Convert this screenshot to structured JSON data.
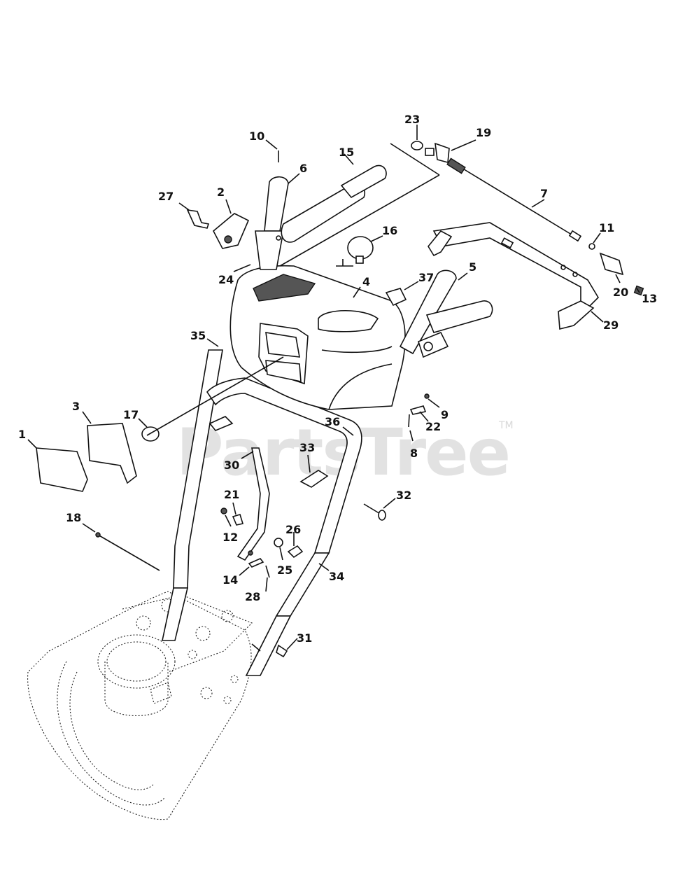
{
  "watermark": {
    "text": "PartsTree",
    "trademark": "TM"
  },
  "callouts": [
    {
      "id": "c1",
      "label": "1"
    },
    {
      "id": "c2",
      "label": "2"
    },
    {
      "id": "c3",
      "label": "3"
    },
    {
      "id": "c4",
      "label": "4"
    },
    {
      "id": "c5",
      "label": "5"
    },
    {
      "id": "c6",
      "label": "6"
    },
    {
      "id": "c7",
      "label": "7"
    },
    {
      "id": "c8",
      "label": "8"
    },
    {
      "id": "c9",
      "label": "9"
    },
    {
      "id": "c10",
      "label": "10"
    },
    {
      "id": "c11",
      "label": "11"
    },
    {
      "id": "c12",
      "label": "12"
    },
    {
      "id": "c13",
      "label": "13"
    },
    {
      "id": "c14",
      "label": "14"
    },
    {
      "id": "c15",
      "label": "15"
    },
    {
      "id": "c16",
      "label": "16"
    },
    {
      "id": "c17",
      "label": "17"
    },
    {
      "id": "c18",
      "label": "18"
    },
    {
      "id": "c19",
      "label": "19"
    },
    {
      "id": "c20",
      "label": "20"
    },
    {
      "id": "c21",
      "label": "21"
    },
    {
      "id": "c22",
      "label": "22"
    },
    {
      "id": "c23",
      "label": "23"
    },
    {
      "id": "c24",
      "label": "24"
    },
    {
      "id": "c25",
      "label": "25"
    },
    {
      "id": "c26",
      "label": "26"
    },
    {
      "id": "c27",
      "label": "27"
    },
    {
      "id": "c28",
      "label": "28"
    },
    {
      "id": "c29",
      "label": "29"
    },
    {
      "id": "c30",
      "label": "30"
    },
    {
      "id": "c31",
      "label": "31"
    },
    {
      "id": "c32",
      "label": "32"
    },
    {
      "id": "c33",
      "label": "33"
    },
    {
      "id": "c34",
      "label": "34"
    },
    {
      "id": "c35",
      "label": "35"
    },
    {
      "id": "c36",
      "label": "36"
    },
    {
      "id": "c37",
      "label": "37"
    }
  ]
}
